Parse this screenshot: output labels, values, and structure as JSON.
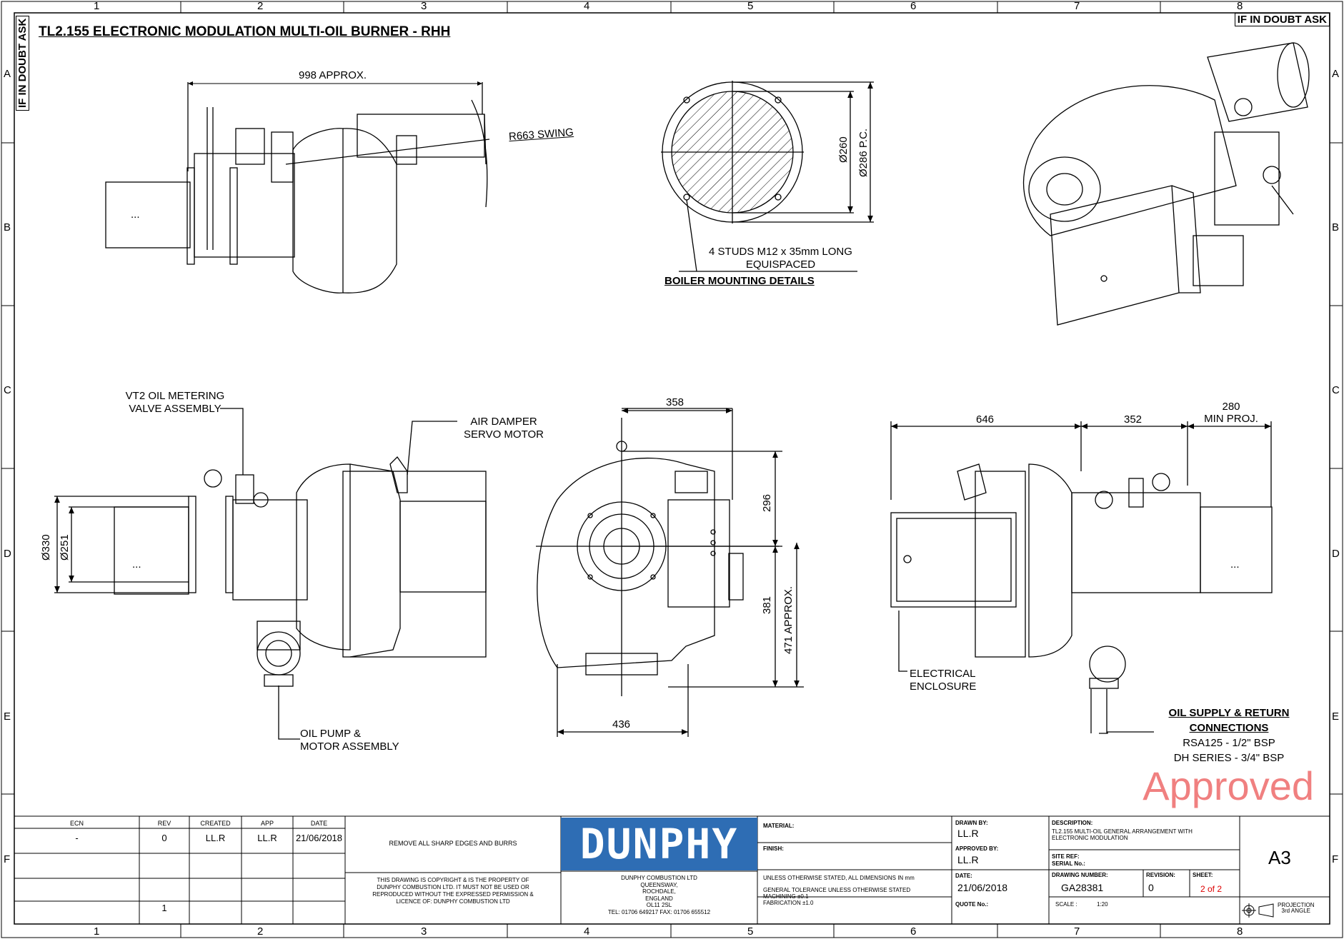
{
  "title": "TL2.155 ELECTRONIC MODULATION MULTI-OIL BURNER - RHH",
  "if_in_doubt": "IF IN DOUBT ASK",
  "grid_cols": [
    "1",
    "2",
    "3",
    "4",
    "5",
    "6",
    "7",
    "8"
  ],
  "grid_rows": [
    "A",
    "B",
    "C",
    "D",
    "E",
    "F"
  ],
  "dims": {
    "d998": "998 APPROX.",
    "swing": "R663 SWING",
    "d260": "Ø260",
    "d286": "Ø286 P.C.",
    "d358": "358",
    "d296": "296",
    "d381": "381",
    "d471": "471 APPROX.",
    "d436": "436",
    "d646": "646",
    "d352": "352",
    "d280": "280",
    "minproj": "MIN PROJ.",
    "d330": "Ø330",
    "d251": "Ø251",
    "dots": "..."
  },
  "labels": {
    "studs_1": "4 STUDS M12 x 35mm LONG",
    "studs_2": "EQUISPACED",
    "boiler_mounting": "BOILER MOUNTING DETAILS",
    "vt2_1": "VT2 OIL METERING",
    "vt2_2": "VALVE ASSEMBLY",
    "air_1": "AIR DAMPER",
    "air_2": "SERVO MOTOR",
    "pump_1": "OIL PUMP &",
    "pump_2": "MOTOR ASSEMBLY",
    "elec_1": "ELECTRICAL",
    "elec_2": "ENCLOSURE",
    "oil_1": "OIL SUPPLY & RETURN",
    "oil_2": "CONNECTIONS",
    "oil_3": "RSA125 - 1/2\" BSP",
    "oil_4": "DH SERIES - 3/4\" BSP"
  },
  "stamp": "Approved",
  "title_block": {
    "rev_headers": {
      "ecn": "ECN",
      "rev": "REV",
      "created": "CREATED",
      "app": "APP",
      "date": "DATE"
    },
    "rev_row": {
      "ecn": "-",
      "rev": "0",
      "created": "LL.R",
      "app": "LL.R",
      "date": "21/06/2018"
    },
    "rev_row_last": {
      "rev": "1"
    },
    "note_edges": "REMOVE ALL SHARP EDGES AND BURRS",
    "copyright": [
      "THIS DRAWING IS COPYRIGHT & IS THE PROPERTY OF",
      "DUNPHY COMBUSTION LTD. IT MUST NOT BE USED OR",
      "REPRODUCED WITHOUT THE EXPRESSED PERMISSION &",
      "LICENCE OF: DUNPHY COMBUSTION LTD"
    ],
    "logo": "DUNPHY",
    "address": [
      "DUNPHY COMBUSTION LTD",
      "QUEENSWAY,",
      "ROCHDALE,",
      "ENGLAND",
      "OL11 2SL",
      "TEL: 01706 649217 FAX: 01706 655512"
    ],
    "material_label": "MATERIAL:",
    "finish_label": "FINISH:",
    "dims_note": "UNLESS OTHERWISE STATED, ALL DIMENSIONS IN mm",
    "tol_note": "GENERAL TOLERANCE UNLESS OTHERWISE STATED",
    "machining": "MACHINING ±0.1",
    "fabrication": "FABRICATION ±1.0",
    "drawn_by_label": "DRAWN BY:",
    "drawn_by": "LL.R",
    "approved_by_label": "APPROVED BY:",
    "approved_by": "LL.R",
    "date_label": "DATE:",
    "date": "21/06/2018",
    "quote_label": "QUOTE No.:",
    "description_label": "DESCRIPTION:",
    "description": [
      "TL2.155 MULTI-OIL GENERAL ARRANGEMENT WITH",
      "ELECTRONIC MODULATION"
    ],
    "site_ref_label": "SITE REF:",
    "serial_label": "SERIAL No.:",
    "drawing_number_label": "DRAWING NUMBER:",
    "drawing_number": "GA28381",
    "revision_label": "REVISION:",
    "revision": "0",
    "sheet_label": "SHEET:",
    "sheet": "2 of 2",
    "scale_label": "SCALE :",
    "scale": "1:20",
    "size": "A3",
    "projection": [
      "PROJECTION",
      "3rd ANGLE"
    ]
  }
}
